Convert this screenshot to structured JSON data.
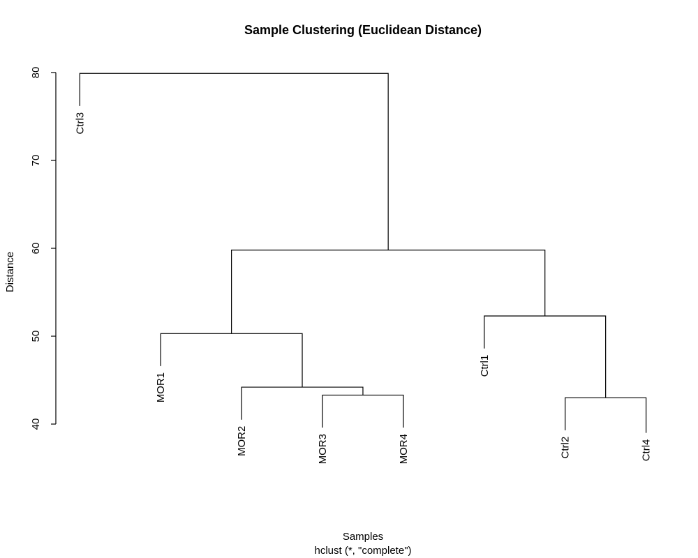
{
  "chart_data": {
    "type": "dendrogram",
    "title": "Sample Clustering (Euclidean Distance)",
    "xlabel": "Samples",
    "xsublabel": "hclust (*, \"complete\")",
    "ylabel": "Distance",
    "ylim": [
      40,
      80
    ],
    "yticks": [
      40,
      50,
      60,
      70,
      80
    ],
    "leaf_order": [
      "Ctrl3",
      "MOR1",
      "MOR2",
      "MOR3",
      "MOR4",
      "Ctrl1",
      "Ctrl2",
      "Ctrl4"
    ],
    "merges": [
      {
        "id": "m1",
        "left": "MOR3",
        "right": "MOR4",
        "height": 43.3
      },
      {
        "id": "m2",
        "left": "Ctrl2",
        "right": "Ctrl4",
        "height": 43.0
      },
      {
        "id": "m3",
        "left": "MOR2",
        "right": "m1",
        "height": 44.2
      },
      {
        "id": "m4",
        "left": "MOR1",
        "right": "m3",
        "height": 50.3
      },
      {
        "id": "m5",
        "left": "Ctrl1",
        "right": "m2",
        "height": 52.3
      },
      {
        "id": "m6",
        "left": "m4",
        "right": "m5",
        "height": 59.8
      },
      {
        "id": "m7",
        "left": "Ctrl3",
        "right": "m6",
        "height": 79.9
      }
    ],
    "leaf_tip_heights": {
      "Ctrl3": 76.2,
      "MOR1": 46.6,
      "MOR2": 40.5,
      "MOR3": 39.6,
      "MOR4": 39.6,
      "Ctrl1": 48.6,
      "Ctrl2": 39.3,
      "Ctrl4": 39.0
    }
  }
}
